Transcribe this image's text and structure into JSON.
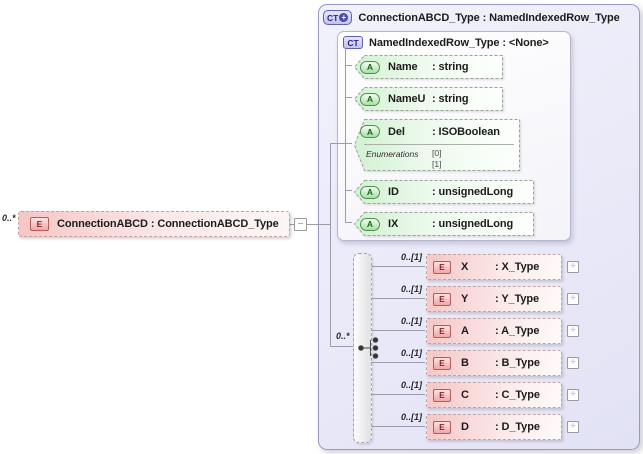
{
  "colors": {
    "element_fill": "#f5c6c6",
    "element_border": "#b25c5c",
    "attribute_fill": "#d2f1d2",
    "attribute_border": "#4e8f4e",
    "type_container_fill": "#e8e8f7",
    "type_container_border": "#9898c6",
    "connector": "#9b9bab"
  },
  "root_element": {
    "cardinality": "0..*",
    "badge": "E",
    "label": "ConnectionABCD : ConnectionABCD_Type",
    "collapse_glyph": "−"
  },
  "complex_type": {
    "badge": "CT",
    "badge_plus": "+",
    "title": "ConnectionABCD_Type : NamedIndexedRow_Type",
    "base_type": {
      "badge": "CT",
      "title": "NamedIndexedRow_Type : <None>",
      "attributes": [
        {
          "badge": "A",
          "name": "Name",
          "type": ": string"
        },
        {
          "badge": "A",
          "name": "NameU",
          "type": ": string"
        },
        {
          "badge": "A",
          "name": "Del",
          "type": ": ISOBoolean",
          "enum_label": "Enumerations",
          "enums": [
            "[0]",
            "[1]"
          ]
        },
        {
          "badge": "A",
          "name": "ID",
          "type": ": unsignedLong"
        },
        {
          "badge": "A",
          "name": "IX",
          "type": ": unsignedLong"
        }
      ]
    },
    "content": {
      "cardinality": "0..*",
      "children": [
        {
          "cardinality": "0..[1]",
          "badge": "E",
          "name": "X",
          "type": ": X_Type",
          "expand_glyph": "+"
        },
        {
          "cardinality": "0..[1]",
          "badge": "E",
          "name": "Y",
          "type": ": Y_Type",
          "expand_glyph": "+"
        },
        {
          "cardinality": "0..[1]",
          "badge": "E",
          "name": "A",
          "type": ": A_Type",
          "expand_glyph": "+"
        },
        {
          "cardinality": "0..[1]",
          "badge": "E",
          "name": "B",
          "type": ": B_Type",
          "expand_glyph": "+"
        },
        {
          "cardinality": "0..[1]",
          "badge": "E",
          "name": "C",
          "type": ": C_Type",
          "expand_glyph": "+"
        },
        {
          "cardinality": "0..[1]",
          "badge": "E",
          "name": "D",
          "type": ": D_Type",
          "expand_glyph": "+"
        }
      ]
    }
  }
}
